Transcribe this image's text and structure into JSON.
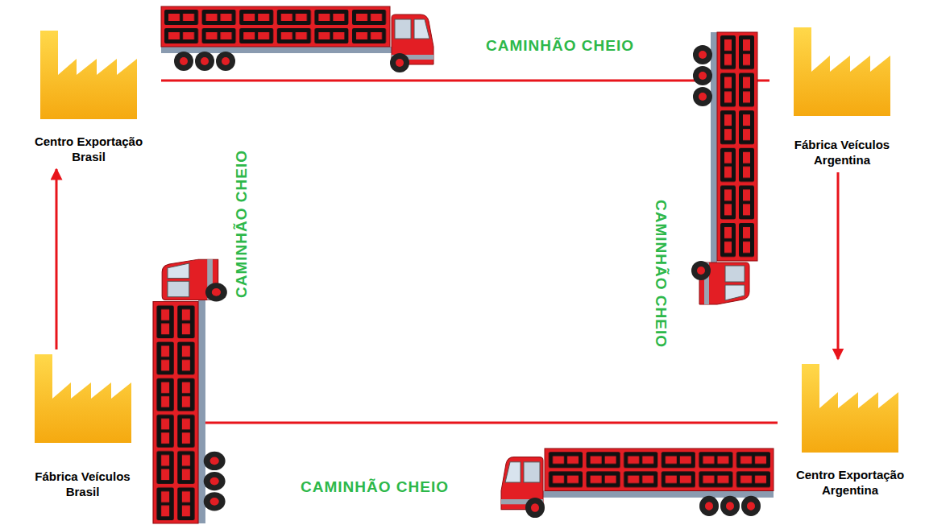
{
  "diagram": {
    "nodes": [
      {
        "text": [
          "Centro Exportação Brasil"
        ]
      },
      {
        "text": [
          "Fábrica Veículos Argentina"
        ]
      },
      {
        "text": [
          "Fábrica Veículos Brasil"
        ]
      },
      {
        "text": [
          "Centro Exportação Argentina"
        ]
      }
    ],
    "edges": [
      {
        "from": 2,
        "to": 0,
        "arrow": "to"
      },
      {
        "from": 1,
        "to": 3,
        "arrow": "to"
      },
      {
        "from": 0,
        "to": 1,
        "arrow": "none",
        "label": "CAMINHÃO CHEIO"
      },
      {
        "from": 3,
        "to": 2,
        "arrow": "none",
        "label": "CAMINHÃO CHEIO"
      }
    ],
    "labels": [
      "CAMINHÃO CHEIO",
      "CAMINHÃO CHEIO"
    ]
  }
}
